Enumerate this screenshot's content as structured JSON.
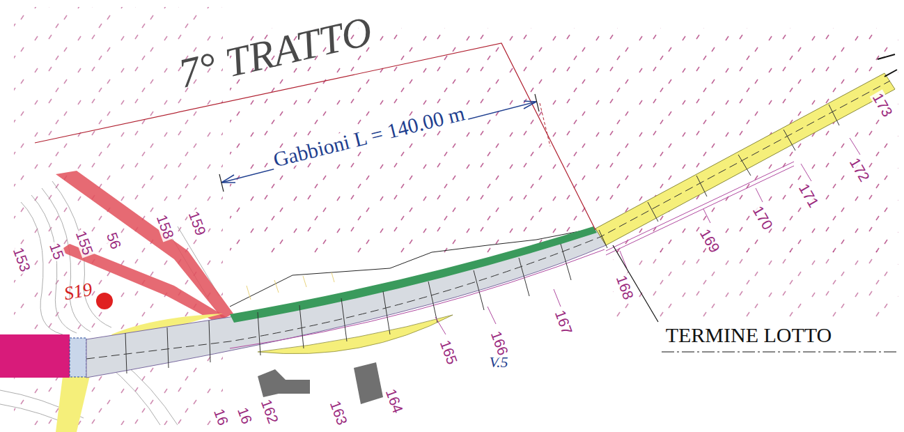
{
  "diagram": {
    "title": "7° TRATTO",
    "labels": [
      "Gabbioni L = 140.00 m",
      "TERMINE LOTTO",
      "V.5",
      "S19",
      "153",
      "15",
      "155",
      "56",
      "158",
      "159",
      "16",
      "16",
      "162",
      "163",
      "164",
      "165",
      "166",
      "167",
      "168",
      "169",
      "170",
      "171",
      "172",
      "173"
    ]
  }
}
